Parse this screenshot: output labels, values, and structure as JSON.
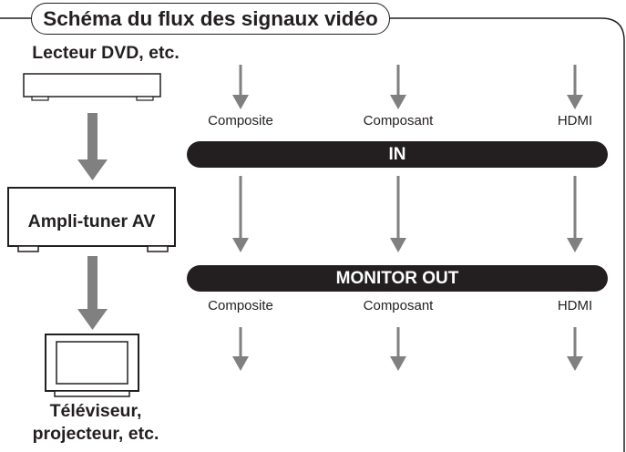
{
  "title": "Schéma du flux des signaux vidéo",
  "source": {
    "label": "Lecteur DVD, etc."
  },
  "amplifier": {
    "label": "Ampli-tuner AV"
  },
  "display": {
    "label_line1": "Téléviseur,",
    "label_line2": "projecteur, etc."
  },
  "input_bar": {
    "label": "IN"
  },
  "output_bar": {
    "label": "MONITOR OUT"
  },
  "input_ports": [
    "Composite",
    "Composant",
    "HDMI"
  ],
  "output_ports": [
    "Composite",
    "Composant",
    "HDMI"
  ],
  "colors": {
    "frame": "#231f20",
    "bar": "#231f20",
    "arrow": "#808080",
    "text": "#231f20"
  },
  "icons": {
    "source": "dvd-player-icon",
    "display": "tv-icon",
    "arrow": "down-arrow-icon"
  }
}
